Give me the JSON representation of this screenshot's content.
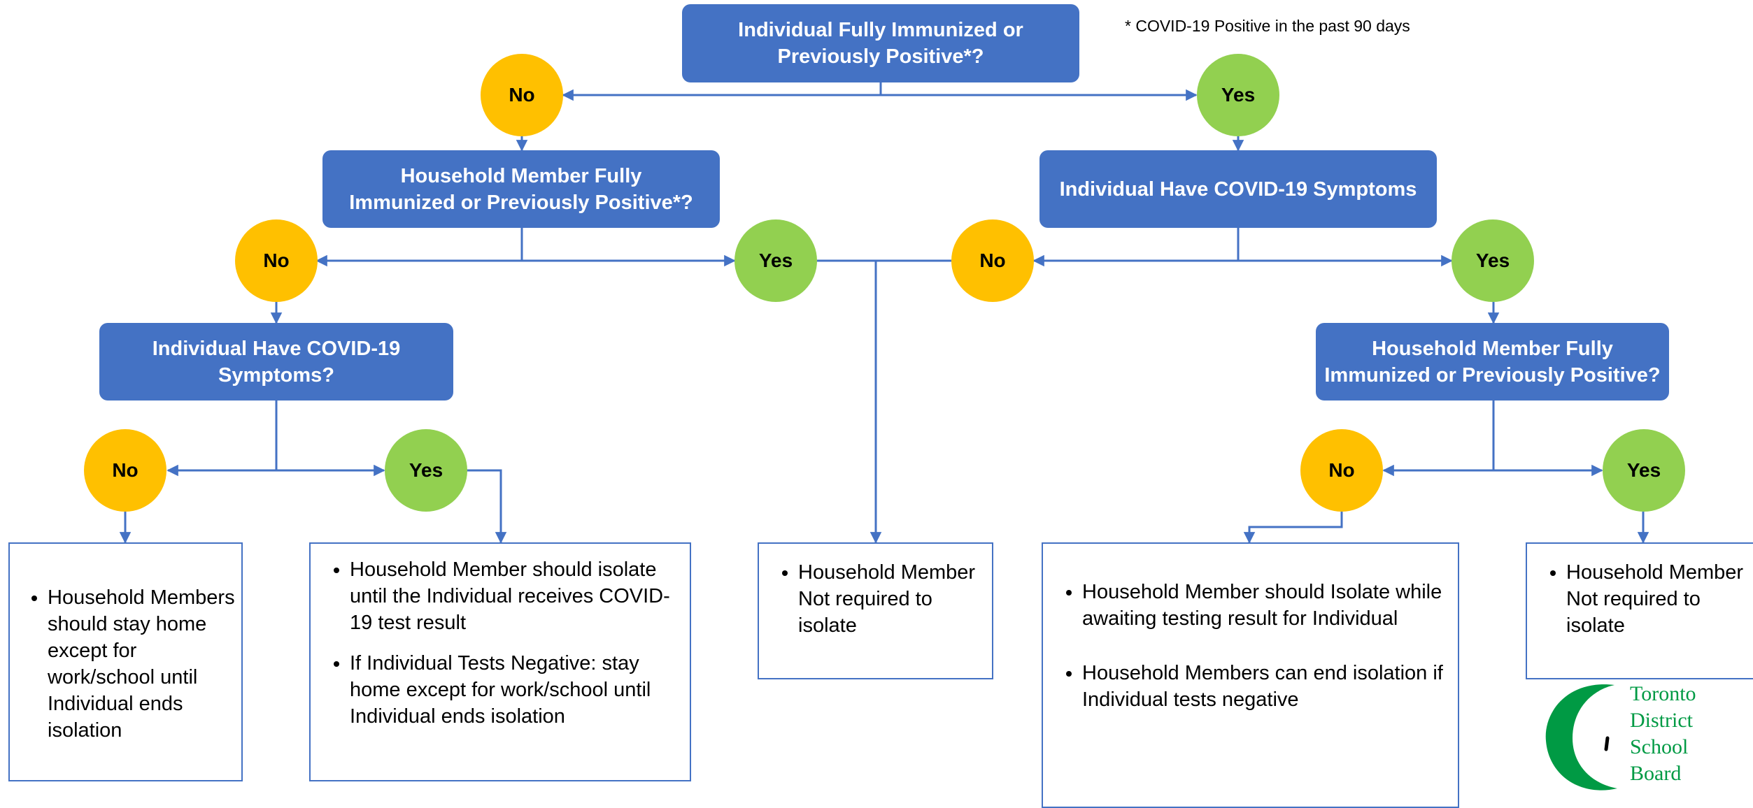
{
  "note": "* COVID-19 Positive in the past 90 days",
  "questions": {
    "root": "Individual Fully Immunized or Previously Positive*?",
    "left": "Household Member Fully Immunized or Previously Positive*?",
    "right": "Individual Have COVID-19 Symptoms",
    "left_left": "Individual Have COVID-19 Symptoms?",
    "right_right": "Household Member Fully Immunized or Previously Positive?"
  },
  "answers": {
    "no": "No",
    "yes": "Yes"
  },
  "results": {
    "r1": [
      "Household Members should stay home except for work/school until Individual ends isolation"
    ],
    "r2": [
      "Household Member should isolate until the Individual receives COVID-19 test result",
      "If Individual Tests Negative: stay home except for work/school until Individual ends isolation"
    ],
    "r3": [
      "Household Member Not required to isolate"
    ],
    "r4": [
      "Household Member should Isolate while awaiting testing result for Individual",
      "Household Members can end isolation if Individual tests negative"
    ],
    "r5": [
      "Household Member Not required to isolate"
    ]
  },
  "logo": {
    "lines": [
      "Toronto",
      "District",
      "School",
      "Board"
    ],
    "color": "#009a44"
  },
  "colors": {
    "box": "#4472c4",
    "no": "#ffc000",
    "yes": "#92d050",
    "line": "#4472c4"
  }
}
